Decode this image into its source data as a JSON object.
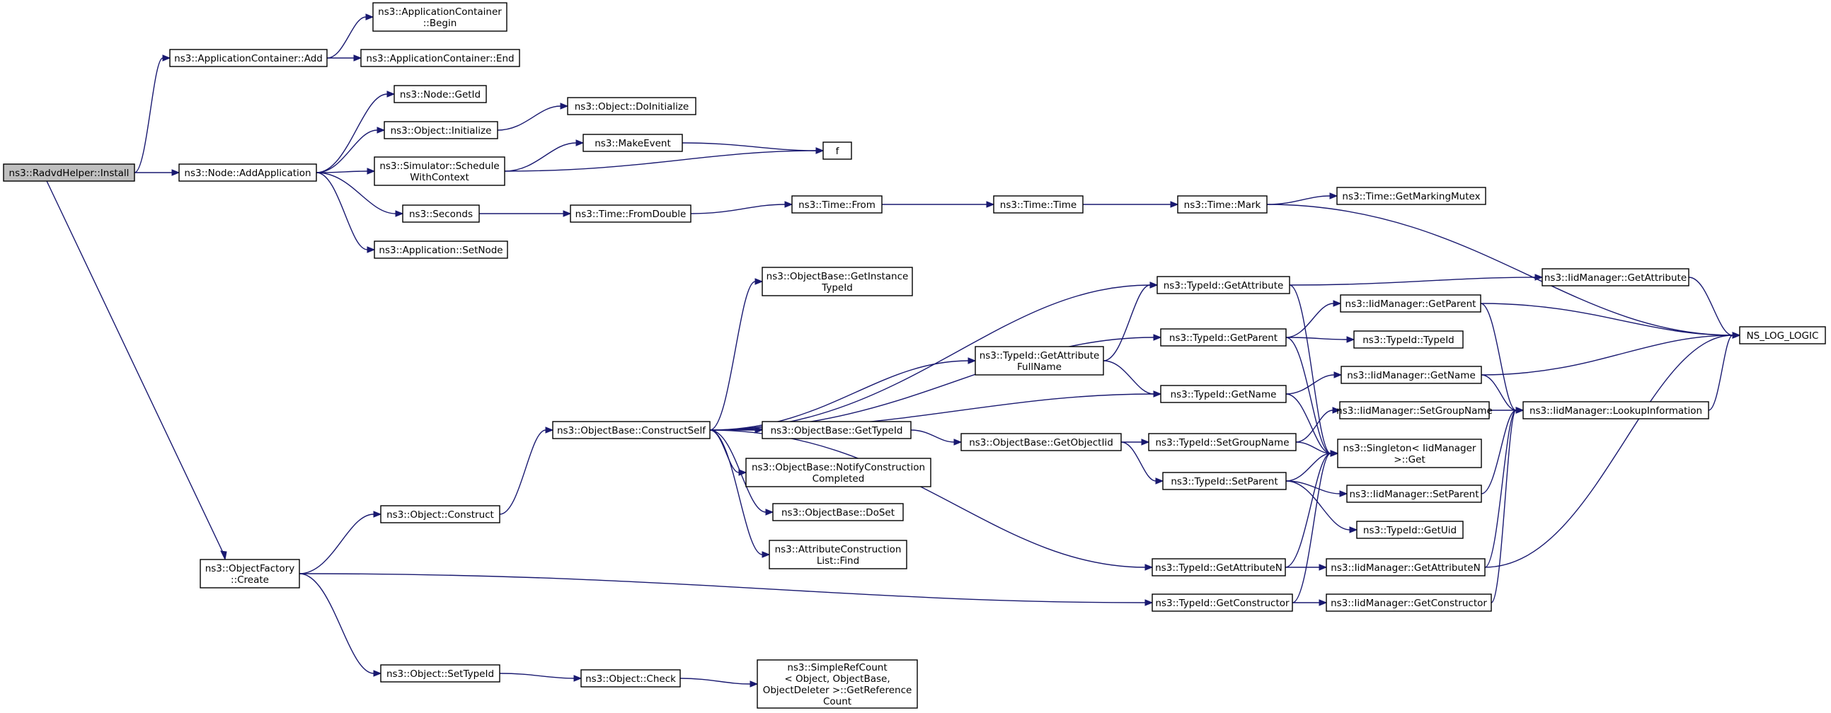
{
  "nodes": [
    {
      "id": "radvd_install",
      "lines": [
        "ns3::RadvdHelper::Install"
      ],
      "root": true
    },
    {
      "id": "appcont_add",
      "lines": [
        "ns3::ApplicationContainer::Add"
      ]
    },
    {
      "id": "appcont_begin",
      "lines": [
        "ns3::ApplicationContainer",
        "::Begin"
      ]
    },
    {
      "id": "appcont_end",
      "lines": [
        "ns3::ApplicationContainer::End"
      ]
    },
    {
      "id": "node_addapp",
      "lines": [
        "ns3::Node::AddApplication"
      ]
    },
    {
      "id": "node_getid",
      "lines": [
        "ns3::Node::GetId"
      ]
    },
    {
      "id": "object_initialize",
      "lines": [
        "ns3::Object::Initialize"
      ]
    },
    {
      "id": "object_doinitialize",
      "lines": [
        "ns3::Object::DoInitialize"
      ]
    },
    {
      "id": "sim_schedule",
      "lines": [
        "ns3::Simulator::Schedule",
        "WithContext"
      ]
    },
    {
      "id": "makeevent",
      "lines": [
        "ns3::MakeEvent"
      ]
    },
    {
      "id": "f",
      "lines": [
        "f"
      ]
    },
    {
      "id": "seconds",
      "lines": [
        "ns3::Seconds"
      ]
    },
    {
      "id": "time_fromdouble",
      "lines": [
        "ns3::Time::FromDouble"
      ]
    },
    {
      "id": "time_from",
      "lines": [
        "ns3::Time::From"
      ]
    },
    {
      "id": "time_time",
      "lines": [
        "ns3::Time::Time"
      ]
    },
    {
      "id": "time_mark",
      "lines": [
        "ns3::Time::Mark"
      ]
    },
    {
      "id": "time_getmarkingmutex",
      "lines": [
        "ns3::Time::GetMarkingMutex"
      ]
    },
    {
      "id": "app_setnode",
      "lines": [
        "ns3::Application::SetNode"
      ]
    },
    {
      "id": "ob_getinstancetypeid",
      "lines": [
        "ns3::ObjectBase::GetInstance",
        "TypeId"
      ]
    },
    {
      "id": "typeid_getattribute",
      "lines": [
        "ns3::TypeId::GetAttribute"
      ]
    },
    {
      "id": "iid_getattribute",
      "lines": [
        "ns3::IidManager::GetAttribute"
      ]
    },
    {
      "id": "ns_log_logic",
      "lines": [
        "NS_LOG_LOGIC"
      ]
    },
    {
      "id": "iid_getparent",
      "lines": [
        "ns3::IidManager::GetParent"
      ]
    },
    {
      "id": "typeid_getparent",
      "lines": [
        "ns3::TypeId::GetParent"
      ]
    },
    {
      "id": "typeid_typeid",
      "lines": [
        "ns3::TypeId::TypeId"
      ]
    },
    {
      "id": "typeid_getattrfullname",
      "lines": [
        "ns3::TypeId::GetAttribute",
        "FullName"
      ]
    },
    {
      "id": "iid_getname",
      "lines": [
        "ns3::IidManager::GetName"
      ]
    },
    {
      "id": "typeid_getname",
      "lines": [
        "ns3::TypeId::GetName"
      ]
    },
    {
      "id": "iid_setgroupname",
      "lines": [
        "ns3::IidManager::SetGroupName"
      ]
    },
    {
      "id": "iid_lookupinfo",
      "lines": [
        "ns3::IidManager::LookupInformation"
      ]
    },
    {
      "id": "ob_constructself",
      "lines": [
        "ns3::ObjectBase::ConstructSelf"
      ]
    },
    {
      "id": "ob_gettypeid",
      "lines": [
        "ns3::ObjectBase::GetTypeId"
      ]
    },
    {
      "id": "ob_getobjectiid",
      "lines": [
        "ns3::ObjectBase::GetObjectIid"
      ]
    },
    {
      "id": "typeid_setgroupname",
      "lines": [
        "ns3::TypeId::SetGroupName"
      ]
    },
    {
      "id": "singleton_get",
      "lines": [
        "ns3::Singleton< IidManager",
        " >::Get"
      ]
    },
    {
      "id": "ob_notifyconstruction",
      "lines": [
        "ns3::ObjectBase::NotifyConstruction",
        "Completed"
      ]
    },
    {
      "id": "typeid_setparent",
      "lines": [
        "ns3::TypeId::SetParent"
      ]
    },
    {
      "id": "iid_setparent",
      "lines": [
        "ns3::IidManager::SetParent"
      ]
    },
    {
      "id": "ob_doset",
      "lines": [
        "ns3::ObjectBase::DoSet"
      ]
    },
    {
      "id": "typeid_getuid",
      "lines": [
        "ns3::TypeId::GetUid"
      ]
    },
    {
      "id": "object_construct",
      "lines": [
        "ns3::Object::Construct"
      ]
    },
    {
      "id": "attrconstruction_find",
      "lines": [
        "ns3::AttributeConstruction",
        "List::Find"
      ]
    },
    {
      "id": "objectfactory_create",
      "lines": [
        "ns3::ObjectFactory",
        "::Create"
      ]
    },
    {
      "id": "typeid_getattributen",
      "lines": [
        "ns3::TypeId::GetAttributeN"
      ]
    },
    {
      "id": "iid_getattributen",
      "lines": [
        "ns3::IidManager::GetAttributeN"
      ]
    },
    {
      "id": "typeid_getconstructor",
      "lines": [
        "ns3::TypeId::GetConstructor"
      ]
    },
    {
      "id": "iid_getconstructor",
      "lines": [
        "ns3::IidManager::GetConstructor"
      ]
    },
    {
      "id": "object_settypeid",
      "lines": [
        "ns3::Object::SetTypeId"
      ]
    },
    {
      "id": "object_check",
      "lines": [
        "ns3::Object::Check"
      ]
    },
    {
      "id": "simplerefcount_getref",
      "lines": [
        "ns3::SimpleRefCount",
        "< Object, ObjectBase,",
        " ObjectDeleter >::GetReference",
        "Count"
      ]
    }
  ],
  "edges": [
    [
      "radvd_install",
      "appcont_add"
    ],
    [
      "radvd_install",
      "node_addapp"
    ],
    [
      "radvd_install",
      "objectfactory_create"
    ],
    [
      "appcont_add",
      "appcont_begin"
    ],
    [
      "appcont_add",
      "appcont_end"
    ],
    [
      "node_addapp",
      "node_getid"
    ],
    [
      "node_addapp",
      "object_initialize"
    ],
    [
      "node_addapp",
      "sim_schedule"
    ],
    [
      "node_addapp",
      "seconds"
    ],
    [
      "node_addapp",
      "app_setnode"
    ],
    [
      "object_initialize",
      "object_doinitialize"
    ],
    [
      "sim_schedule",
      "makeevent"
    ],
    [
      "sim_schedule",
      "f"
    ],
    [
      "makeevent",
      "f"
    ],
    [
      "seconds",
      "time_fromdouble"
    ],
    [
      "time_fromdouble",
      "time_from"
    ],
    [
      "time_from",
      "time_time"
    ],
    [
      "time_time",
      "time_mark"
    ],
    [
      "time_mark",
      "time_getmarkingmutex"
    ],
    [
      "time_mark",
      "ns_log_logic"
    ],
    [
      "objectfactory_create",
      "object_construct"
    ],
    [
      "objectfactory_create",
      "typeid_getconstructor"
    ],
    [
      "objectfactory_create",
      "object_settypeid"
    ],
    [
      "object_construct",
      "ob_constructself"
    ],
    [
      "object_settypeid",
      "object_check"
    ],
    [
      "object_check",
      "simplerefcount_getref"
    ],
    [
      "ob_constructself",
      "typeid_getattribute"
    ],
    [
      "ob_constructself",
      "ob_getinstancetypeid"
    ],
    [
      "ob_constructself",
      "typeid_getparent"
    ],
    [
      "ob_constructself",
      "typeid_getattrfullname"
    ],
    [
      "ob_constructself",
      "typeid_getname"
    ],
    [
      "ob_constructself",
      "ob_gettypeid"
    ],
    [
      "ob_constructself",
      "ob_notifyconstruction"
    ],
    [
      "ob_constructself",
      "ob_doset"
    ],
    [
      "ob_constructself",
      "attrconstruction_find"
    ],
    [
      "ob_constructself",
      "typeid_getattributen"
    ],
    [
      "ob_gettypeid",
      "ob_getobjectiid"
    ],
    [
      "ob_getobjectiid",
      "typeid_setgroupname"
    ],
    [
      "ob_getobjectiid",
      "typeid_setparent"
    ],
    [
      "typeid_getattrfullname",
      "typeid_getattribute"
    ],
    [
      "typeid_getattrfullname",
      "typeid_getname"
    ],
    [
      "typeid_getattribute",
      "iid_getattribute"
    ],
    [
      "typeid_getattribute",
      "singleton_get"
    ],
    [
      "typeid_getparent",
      "iid_getparent"
    ],
    [
      "typeid_getparent",
      "typeid_typeid"
    ],
    [
      "typeid_getparent",
      "singleton_get"
    ],
    [
      "typeid_getname",
      "iid_getname"
    ],
    [
      "typeid_getname",
      "singleton_get"
    ],
    [
      "typeid_setgroupname",
      "iid_setgroupname"
    ],
    [
      "typeid_setgroupname",
      "singleton_get"
    ],
    [
      "typeid_setparent",
      "singleton_get"
    ],
    [
      "typeid_setparent",
      "iid_setparent"
    ],
    [
      "typeid_setparent",
      "typeid_getuid"
    ],
    [
      "typeid_getattributen",
      "singleton_get"
    ],
    [
      "typeid_getattributen",
      "iid_getattributen"
    ],
    [
      "typeid_getconstructor",
      "singleton_get"
    ],
    [
      "typeid_getconstructor",
      "iid_getconstructor"
    ],
    [
      "iid_getattribute",
      "ns_log_logic"
    ],
    [
      "iid_getparent",
      "ns_log_logic"
    ],
    [
      "iid_getparent",
      "iid_lookupinfo"
    ],
    [
      "iid_getname",
      "ns_log_logic"
    ],
    [
      "iid_getname",
      "iid_lookupinfo"
    ],
    [
      "iid_setgroupname",
      "iid_lookupinfo"
    ],
    [
      "iid_setparent",
      "iid_lookupinfo"
    ],
    [
      "iid_getattributen",
      "iid_lookupinfo"
    ],
    [
      "iid_getattributen",
      "ns_log_logic"
    ],
    [
      "iid_getconstructor",
      "iid_lookupinfo"
    ],
    [
      "iid_lookupinfo",
      "ns_log_logic"
    ]
  ]
}
